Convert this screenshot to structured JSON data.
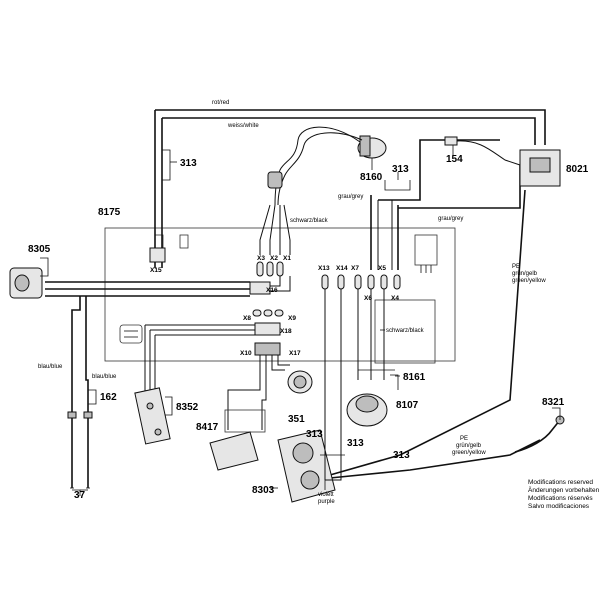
{
  "part_labels": {
    "p8175": "8175",
    "p8305": "8305",
    "p313_top": "313",
    "p8160": "8160",
    "p313_mid": "313",
    "p154": "154",
    "p8021": "8021",
    "p162": "162",
    "p37": "37",
    "p8352": "8352",
    "p8417": "8417",
    "p351": "351",
    "p8161": "8161",
    "p8107": "8107",
    "p8321": "8321",
    "p313_a": "313",
    "p313_b": "313",
    "p313_c": "313",
    "p8303": "8303"
  },
  "wire_labels": {
    "rot_red": "rot/red",
    "weiss_white": "weiss/white",
    "schwarz_black_top": "schwarz/black",
    "grau_grey_left": "grau/grey",
    "grau_grey_right": "grau/grey",
    "schwarz_black_mid": "schwarz/black",
    "blau_blue_1": "blau/blue",
    "blau_blue_2": "blau/blue",
    "pe_1": "PE",
    "gruen_gelb_1": "grün/gelb",
    "green_yellow_1": "green/yellow",
    "pe_2": "PE",
    "gruen_gelb_2": "grün/gelb",
    "green_yellow_2": "green/yellow",
    "violett": "violett",
    "purple": "purple"
  },
  "connectors": {
    "x1": "X1",
    "x2": "X2",
    "x3": "X3",
    "x4": "X4",
    "x5": "X5",
    "x6": "X6",
    "x7": "X7",
    "x8": "X8",
    "x9": "X9",
    "x10": "X10",
    "x13": "X13",
    "x14": "X14",
    "x15": "X15",
    "x16": "X16",
    "x17": "X17",
    "x18": "X18"
  },
  "notice": {
    "line1": "Modifications reserved",
    "line2": "Änderungen vorbehalten",
    "line3": "Modifications réservés",
    "line4": "Salvo modificaciones"
  }
}
